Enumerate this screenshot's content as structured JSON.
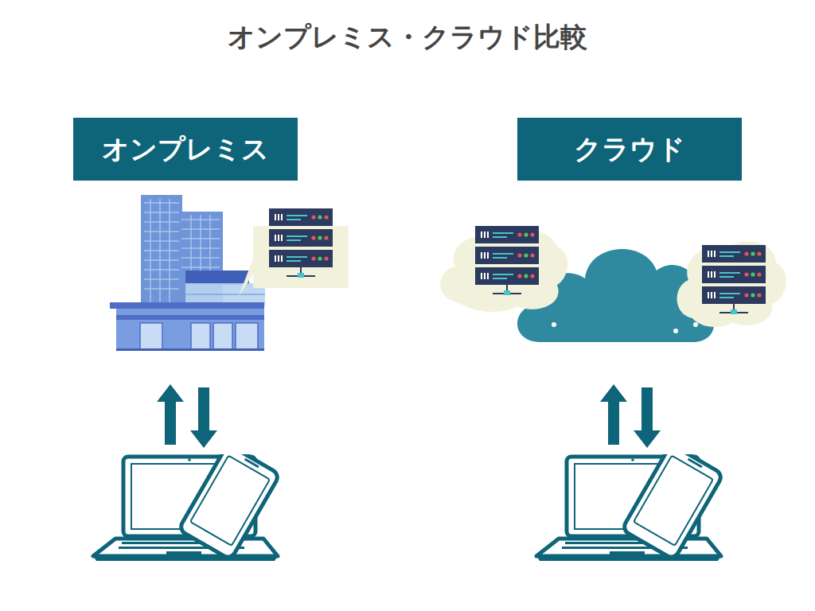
{
  "diagram": {
    "title": "オンプレミス・クラウド比較",
    "nodes": [
      {
        "text": [
          "オンプレミス"
        ]
      },
      {
        "text": [
          "クラウド"
        ]
      }
    ]
  }
}
